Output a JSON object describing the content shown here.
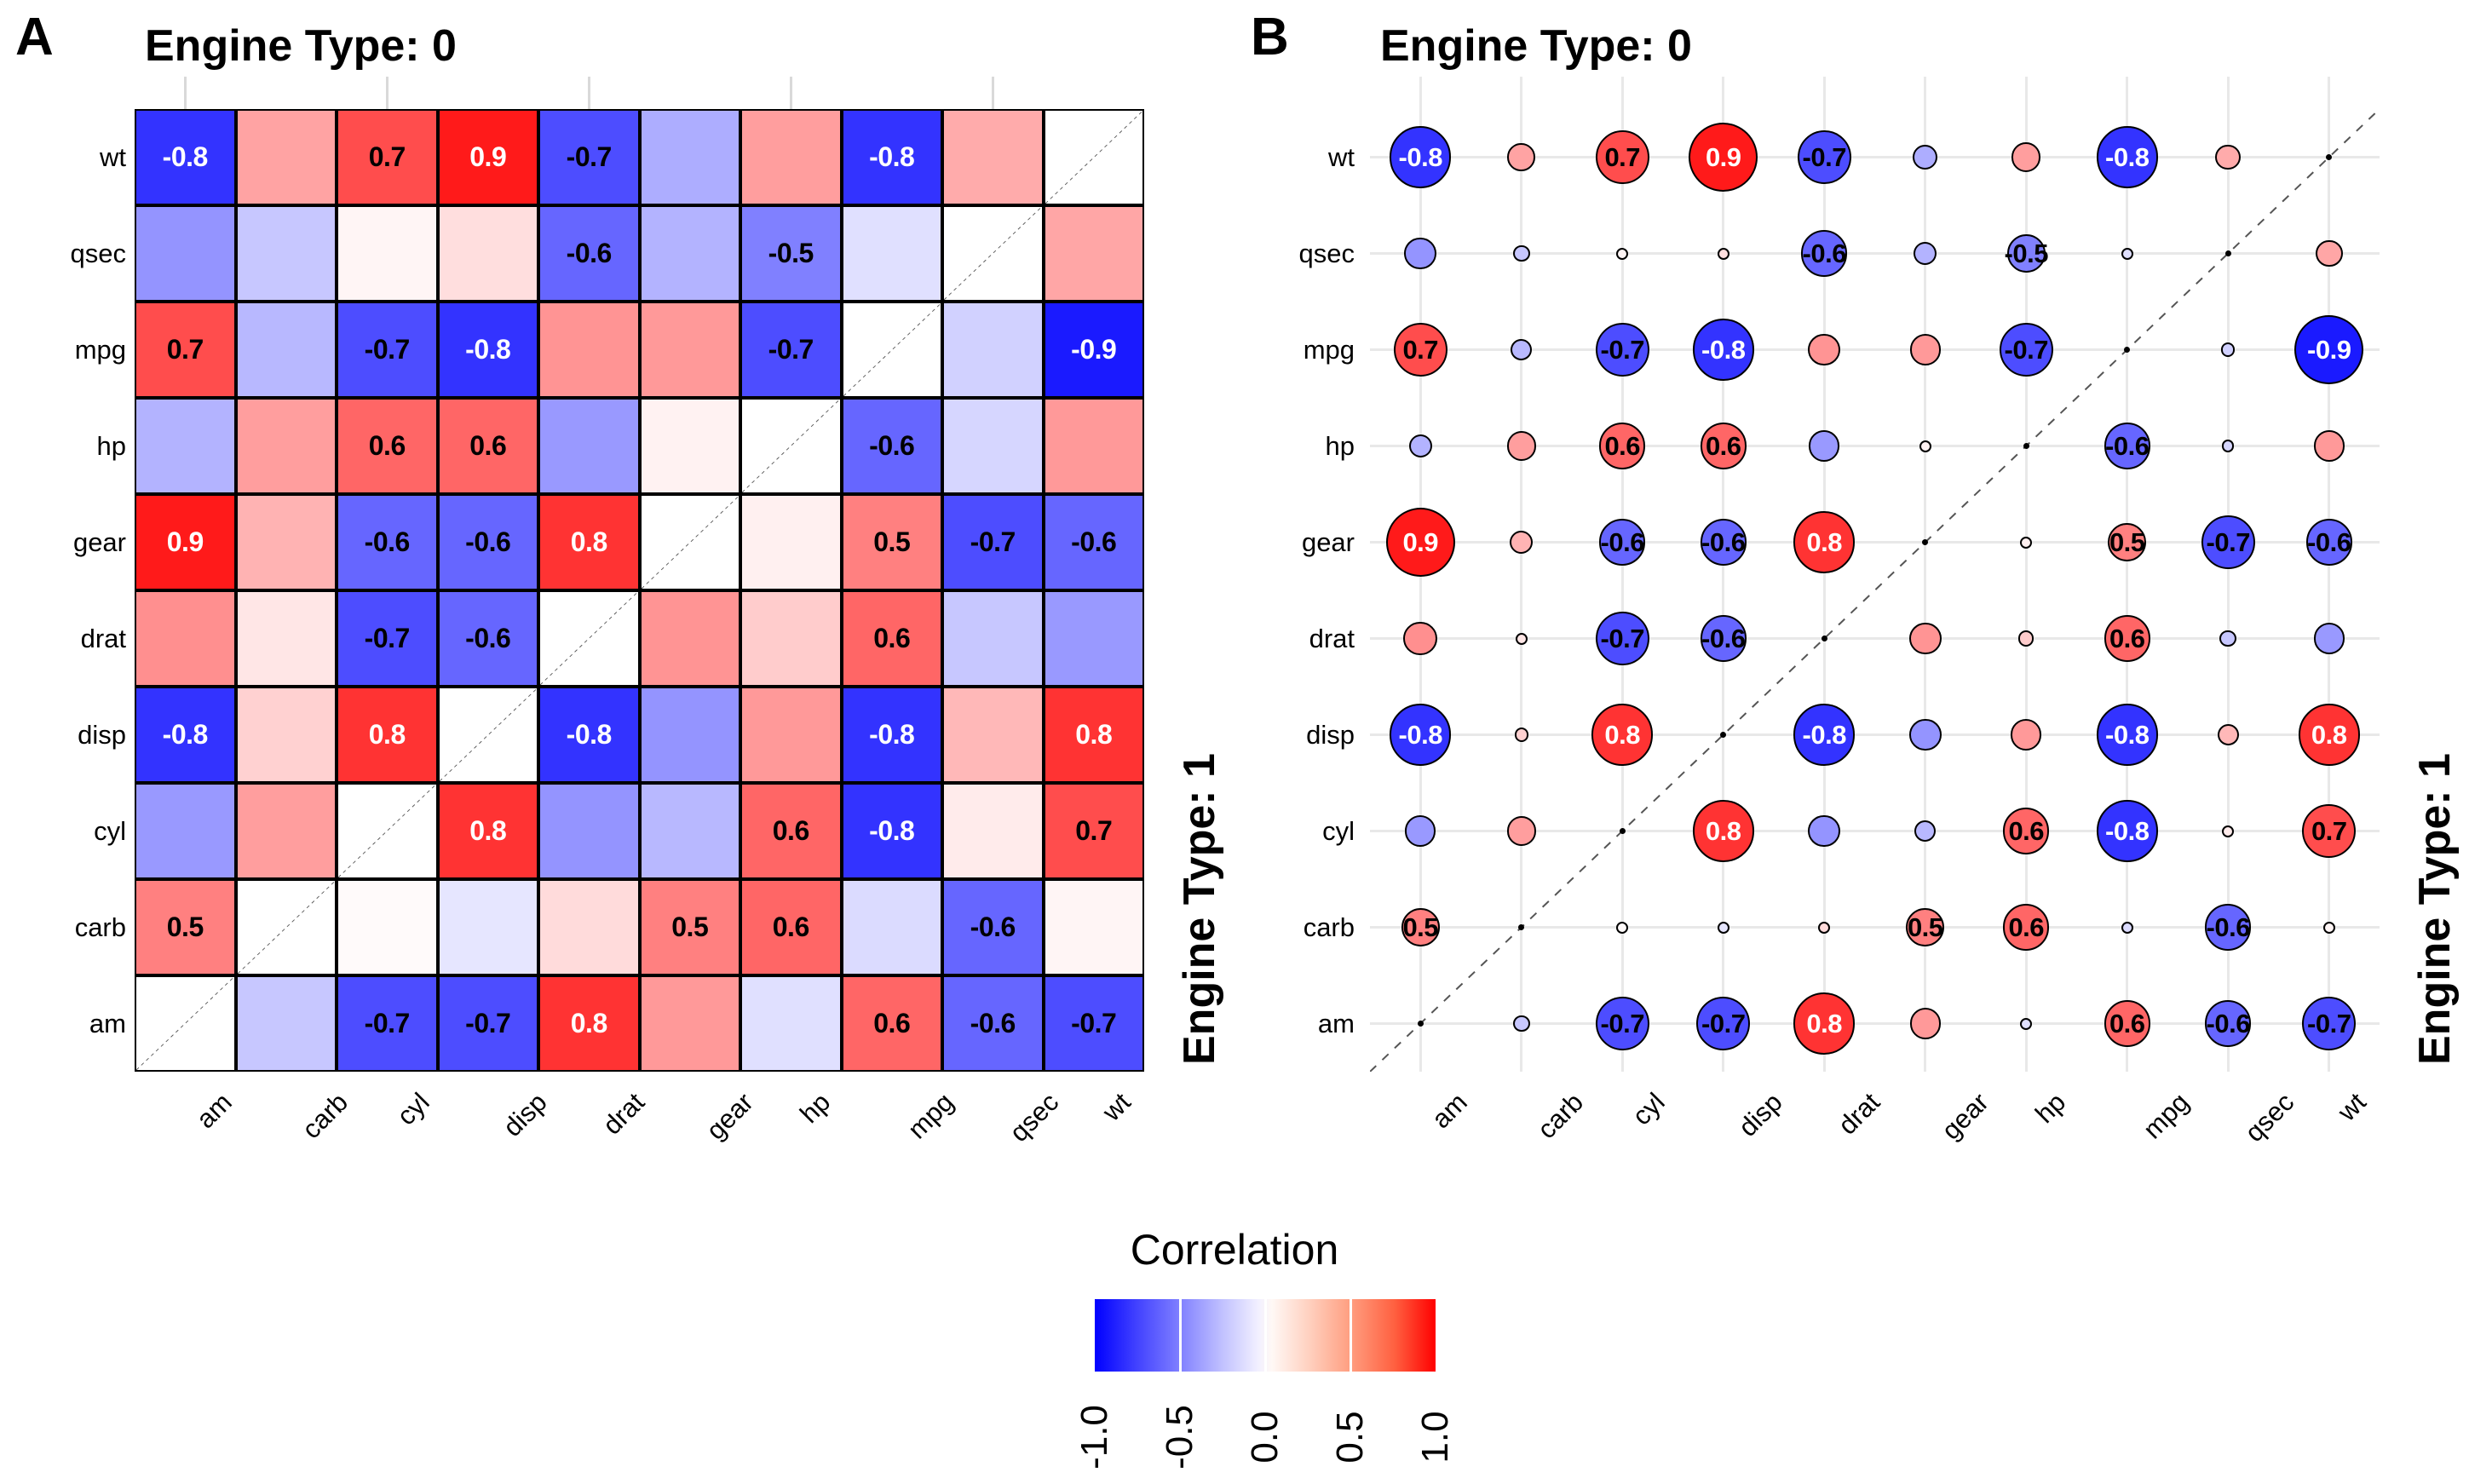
{
  "figure": {
    "legend": {
      "title": "Correlation",
      "ticks": [
        "-1.0",
        "-0.5",
        "0.0",
        "0.5",
        "1.0"
      ],
      "tick_values": [
        -1.0,
        -0.5,
        0.0,
        0.5,
        1.0
      ],
      "low_color": "#0000ff",
      "mid_color": "#ffffff",
      "high_color": "#ff0000"
    }
  },
  "panels": [
    {
      "tag": "A",
      "title": "Engine Type: 0",
      "side_title": "Engine Type: 1",
      "type": "heatmap"
    },
    {
      "tag": "B",
      "title": "Engine Type: 0",
      "side_title": "Engine Type: 1",
      "type": "bubble"
    }
  ],
  "chart_data": {
    "type": "heatmap",
    "title": "",
    "xlabel": "",
    "ylabel": "",
    "grid": true,
    "legend_position": "bottom",
    "colorbar_label": "Correlation",
    "zlim": [
      -1.0,
      1.0
    ],
    "label_threshold": 0.45,
    "note": "Split correlation matrix: upper-left triangle = Engine Type 0, lower-right triangle = Engine Type 1, dashed anti-diagonal divider",
    "x_categories": [
      "am",
      "carb",
      "cyl",
      "disp",
      "drat",
      "gear",
      "hp",
      "mpg",
      "qsec",
      "wt"
    ],
    "y_categories": [
      "wt",
      "qsec",
      "mpg",
      "hp",
      "gear",
      "drat",
      "disp",
      "cyl",
      "carb",
      "am"
    ],
    "rows": [
      {
        "row": "wt",
        "values": [
          -0.8,
          0.36,
          0.7,
          0.9,
          -0.7,
          -0.32,
          0.38,
          -0.8,
          0.33,
          null
        ],
        "labels": [
          "-0.8",
          "",
          "0.7",
          "0.9",
          "-0.7",
          "",
          "",
          "-0.8",
          "",
          ""
        ]
      },
      {
        "row": "qsec",
        "values": [
          -0.42,
          -0.22,
          0.04,
          0.13,
          -0.6,
          -0.3,
          -0.5,
          -0.12,
          null,
          0.35
        ],
        "labels": [
          "",
          "",
          "",
          "",
          "-0.6",
          "",
          "-0.5",
          "",
          "",
          ""
        ]
      },
      {
        "row": "mpg",
        "values": [
          0.7,
          -0.28,
          -0.7,
          -0.8,
          0.42,
          0.4,
          -0.7,
          null,
          -0.18,
          -0.9
        ],
        "labels": [
          "0.7",
          "",
          "-0.7",
          "-0.8",
          "",
          "",
          "-0.7",
          "",
          "",
          "-0.9"
        ]
      },
      {
        "row": "hp",
        "values": [
          -0.3,
          0.38,
          0.6,
          0.6,
          -0.4,
          0.05,
          null,
          -0.6,
          -0.16,
          0.4
        ],
        "labels": [
          "",
          "",
          "0.6",
          "0.6",
          "",
          "",
          "",
          "-0.6",
          "",
          ""
        ]
      },
      {
        "row": "gear",
        "values": [
          0.9,
          0.3,
          -0.6,
          -0.6,
          0.8,
          null,
          0.06,
          0.5,
          -0.7,
          -0.6
        ],
        "labels": [
          "0.9",
          "",
          "-0.6",
          "-0.6",
          "0.8",
          "",
          "",
          "0.5",
          "-0.7",
          "-0.6"
        ]
      },
      {
        "row": "drat",
        "values": [
          0.44,
          0.1,
          -0.7,
          -0.6,
          null,
          0.42,
          0.2,
          0.6,
          -0.22,
          -0.4
        ],
        "labels": [
          "",
          "",
          "-0.7",
          "-0.6",
          "",
          "",
          "",
          "0.6",
          "",
          ""
        ]
      },
      {
        "row": "disp",
        "values": [
          -0.8,
          0.18,
          0.8,
          null,
          -0.8,
          -0.42,
          0.4,
          -0.8,
          0.28,
          0.8
        ],
        "labels": [
          "-0.8",
          "",
          "0.8",
          "",
          "-0.8",
          "",
          "",
          "-0.8",
          "",
          "0.8"
        ]
      },
      {
        "row": "cyl",
        "values": [
          -0.4,
          0.38,
          null,
          0.8,
          -0.42,
          -0.28,
          0.6,
          -0.8,
          0.08,
          0.7
        ],
        "labels": [
          "",
          "",
          "",
          "0.8",
          "",
          "",
          "0.6",
          "-0.8",
          "",
          "0.7"
        ]
      },
      {
        "row": "carb",
        "values": [
          0.5,
          null,
          0.02,
          -0.1,
          0.14,
          0.5,
          0.6,
          -0.14,
          -0.6,
          0.04
        ],
        "labels": [
          "0.5",
          "",
          "",
          "",
          "",
          "0.5",
          "0.6",
          "",
          "-0.6",
          ""
        ]
      },
      {
        "row": "am",
        "values": [
          null,
          -0.22,
          -0.7,
          -0.7,
          0.8,
          0.4,
          -0.12,
          0.6,
          -0.6,
          -0.7
        ],
        "labels": [
          "",
          "",
          "-0.7",
          "-0.7",
          "0.8",
          "",
          "",
          "0.6",
          "-0.6",
          "-0.7"
        ]
      }
    ]
  }
}
